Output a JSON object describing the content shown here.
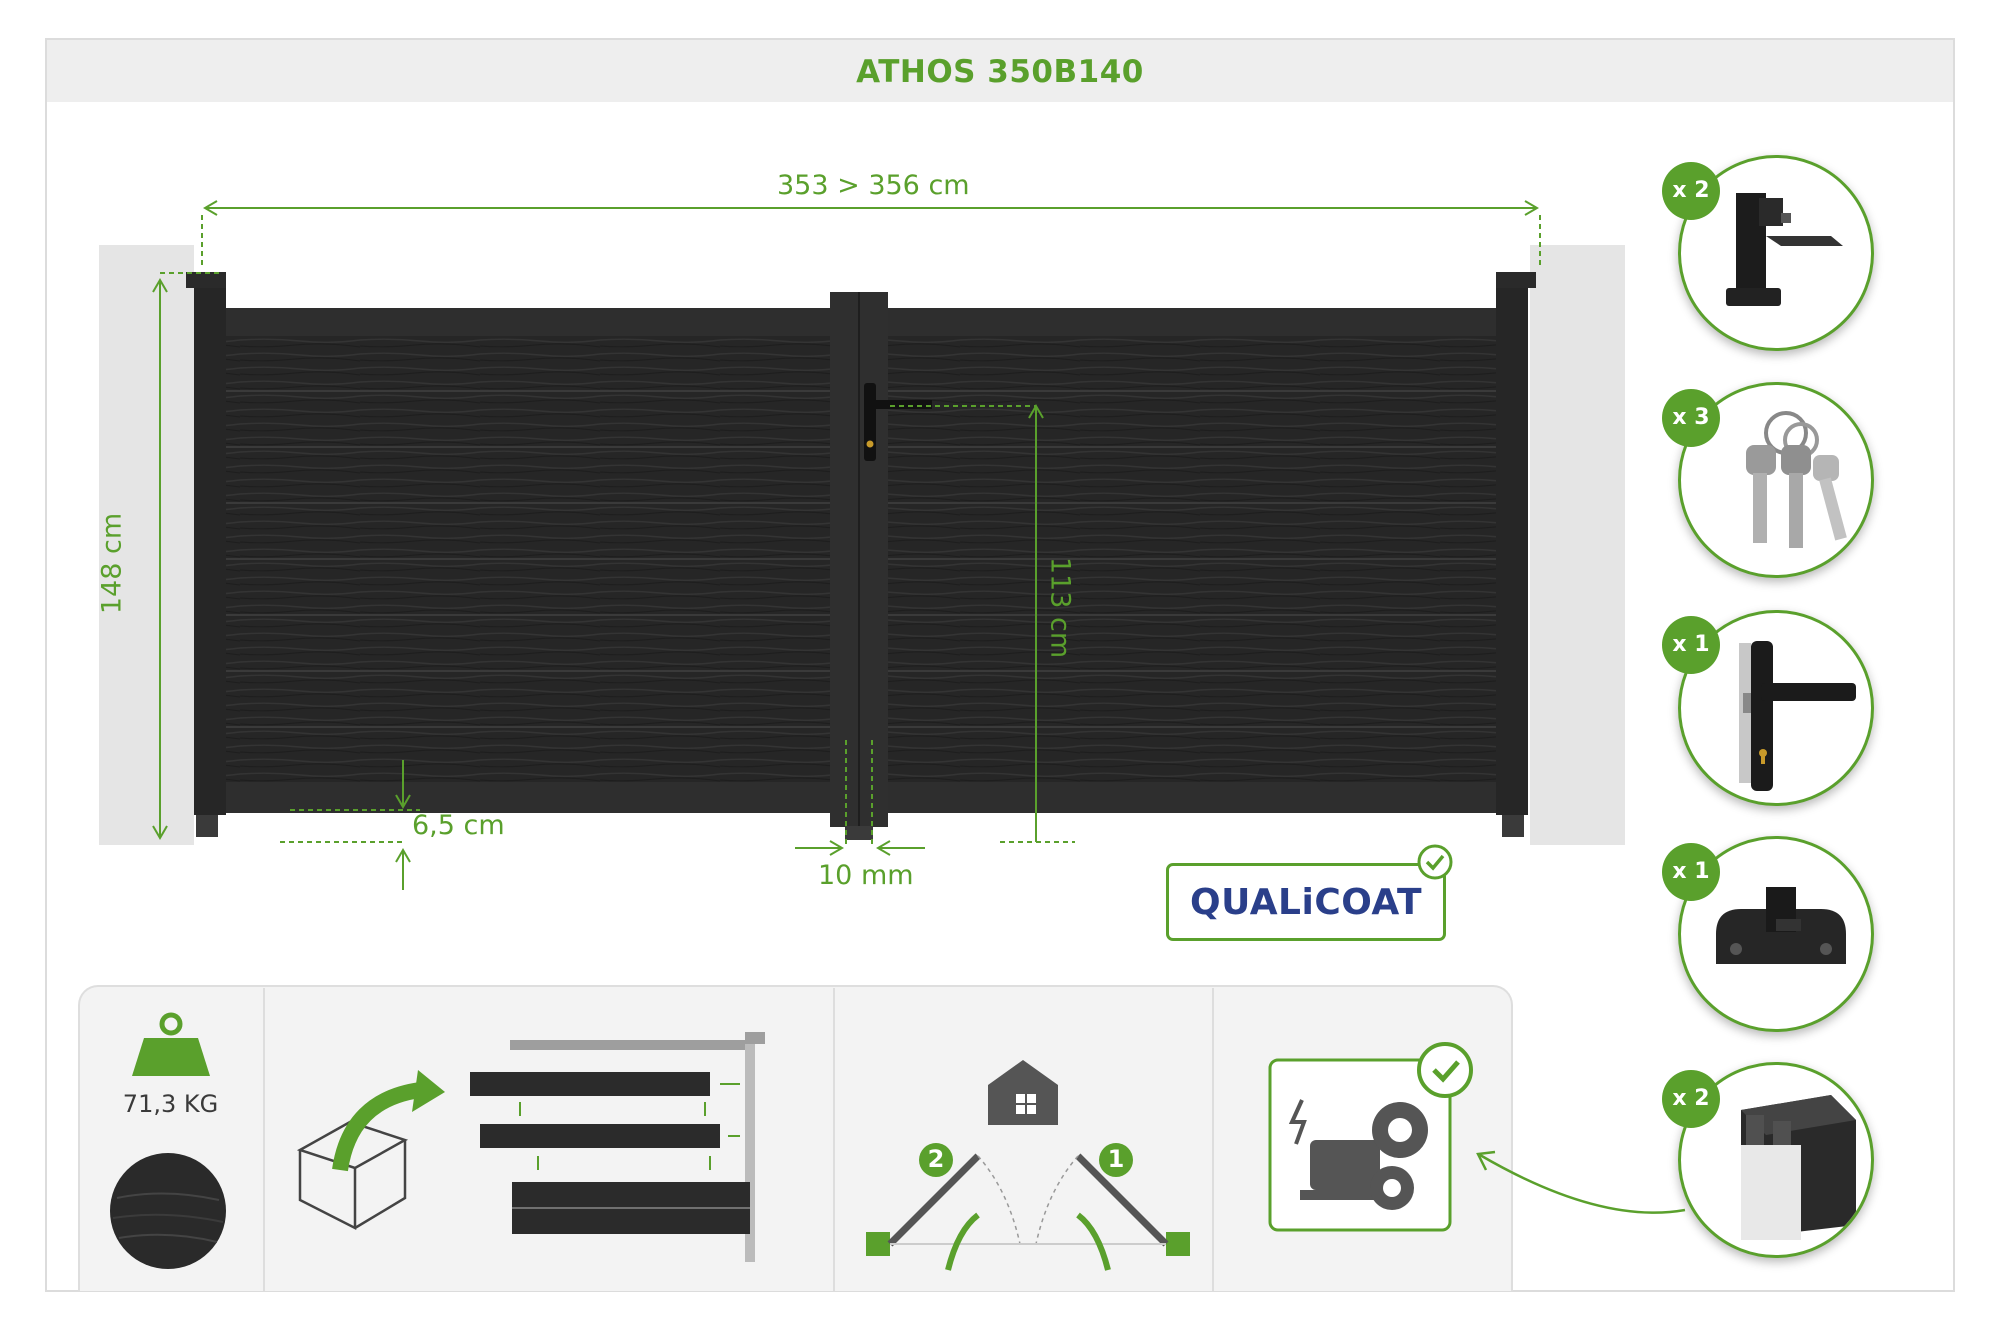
{
  "product_title": "ATHOS 350B140",
  "dimensions": {
    "width": "353 > 356 cm",
    "height": "148 cm",
    "handle_height": "113 cm",
    "ground_gap": "6,5 cm",
    "center_gap": "10 mm"
  },
  "certification": {
    "label": "QUALiCOAT"
  },
  "accessories": [
    {
      "qty": "x 2",
      "icon": "gate-stop-icon"
    },
    {
      "qty": "x 3",
      "icon": "keys-icon"
    },
    {
      "qty": "x 1",
      "icon": "handle-lock-icon"
    },
    {
      "qty": "x 1",
      "icon": "ground-stop-icon"
    },
    {
      "qty": "x 2",
      "icon": "motor-profile-icon"
    }
  ],
  "features": {
    "weight": "71,3 KG",
    "opening_steps": [
      "1",
      "2"
    ]
  },
  "colors": {
    "accent": "#5aa02c",
    "gate": "#2b2b2b",
    "post": "#e4e4e4"
  }
}
